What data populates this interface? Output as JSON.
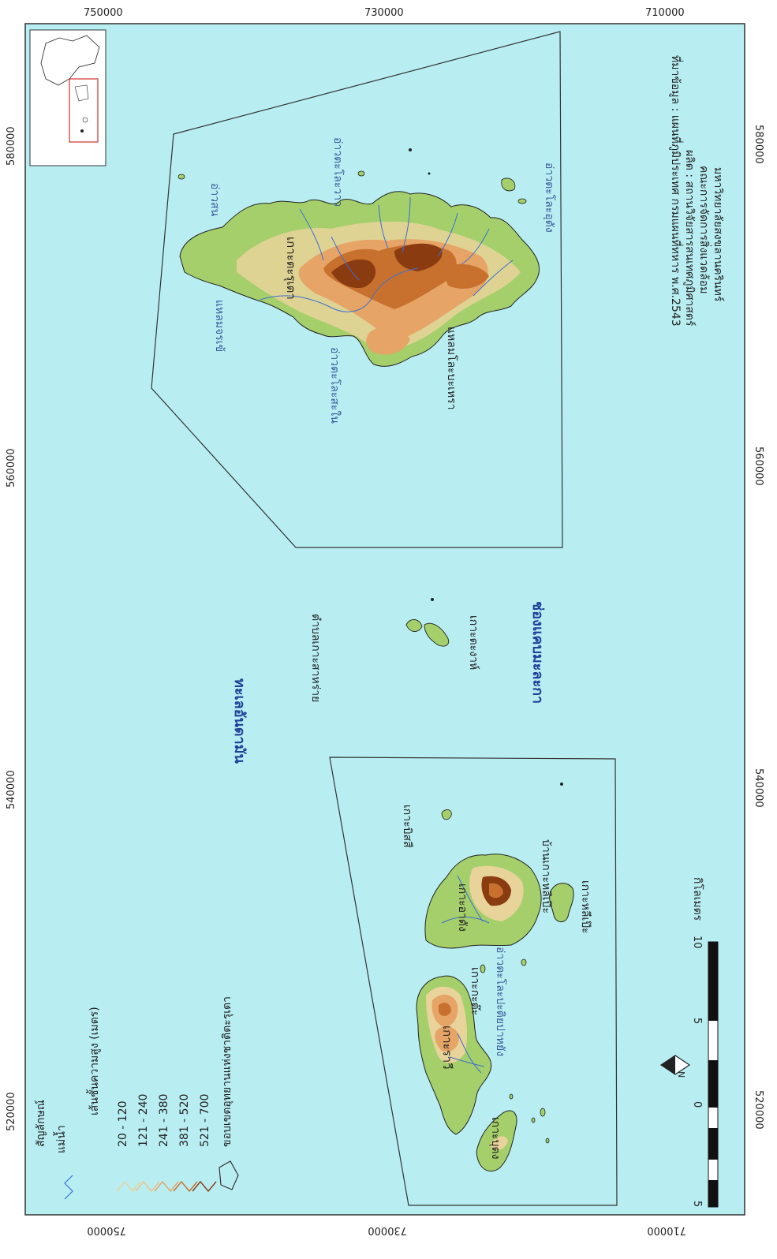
{
  "colors": {
    "sea": "#b8eef2",
    "land_low": "#a5cf6b",
    "land_120": "#e8d49a",
    "land_240": "#e6a466",
    "land_380": "#c8712e",
    "land_520": "#8a3b10",
    "river": "#3c6fd0",
    "boundary": "#333333"
  },
  "grid_ticks": {
    "top": [
      "750000",
      "730000",
      "710000"
    ],
    "bottom": [
      "750000",
      "730000",
      "710000"
    ],
    "left": [
      "520000",
      "540000",
      "560000",
      "580000"
    ],
    "right": [
      "520000",
      "540000",
      "560000",
      "580000"
    ]
  },
  "legend": {
    "title": "สัญลักษณ์",
    "river": "แม่น้ำ",
    "contour_title": "เส้นชั้นความสูง (เมตร)",
    "classes": [
      "20 - 120",
      "121 - 240",
      "241 - 380",
      "381 - 520",
      "521 - 700"
    ],
    "boundary": "ขอบเขตอุทยานแห่งชาติตะรุเตา"
  },
  "source": {
    "line1": "ที่มาข้อมูล : แผนที่ภูมิประเทศ กรมแผนที่ทหาร พ.ศ.2543",
    "line2": "ผลิต : สถานวิจัยสารสนเทศภูมิศาสตร์",
    "line3": "คณะการจัดการสิ่งแวดล้อม",
    "line4": "มหาวิทยาลัยสงขลานครินทร์"
  },
  "scale": {
    "labels": [
      "5",
      "0",
      "5",
      "10"
    ],
    "unit": "กิโลเมตร"
  },
  "north": "N",
  "places": {
    "tarutao": "เกาะตะรุเตา",
    "ao_son": "อ่าวสน",
    "ao_talo_wao": "อ่าวตะโละวาว",
    "ao_talo_udang": "อ่าวตะโละอุดัง",
    "laem_son": "แหลมจรเข้",
    "ao_talo_sai": "อ่าวตะโละสะใน",
    "laem_talo_nohrao": "แหลมโละบะเหรา",
    "sea_andaman": "ทะเลอันดามัน",
    "tambon": "ตำบลเกาะสาหร่าย",
    "ko_klang": "เกาะตะงาห์",
    "channel": "ช่องแคบมะละกา",
    "ko_adang": "เกาะอาดัง",
    "ko_rawi": "เกาะราวี",
    "ko_bitsi": "เกาะบิสสี",
    "ban_lipe": "บ้านเกาะหลีเป๊ะ",
    "ko_lipe": "เกาะหลีเป๊ะ",
    "ko_kata": "เกาะกะต๊ะ",
    "ao_pattaya": "อ่าวตะโละปะติยปาหยัง",
    "ko_butang": "เกาะบุตง"
  }
}
